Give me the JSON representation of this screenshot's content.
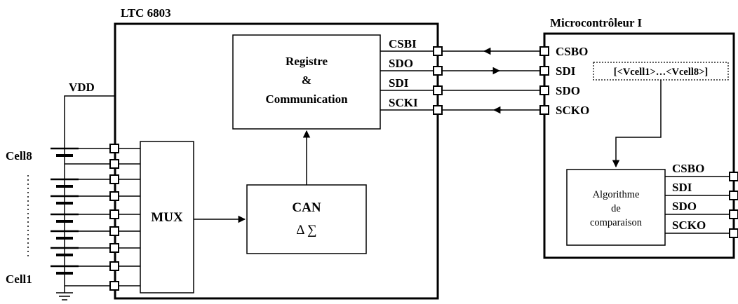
{
  "ltc": {
    "title": "LTC 6803",
    "register_block": {
      "line1": "Registre",
      "line2": "&",
      "line3": "Communication"
    },
    "mux_label": "MUX",
    "can_block": {
      "line1": "CAN",
      "line2": "Δ ∑"
    },
    "ports": [
      "CSBI",
      "SDO",
      "SDI",
      "SCKI"
    ]
  },
  "supply": {
    "vdd_label": "VDD",
    "cell_top_label": "Cell8",
    "cell_bottom_label": "Cell1"
  },
  "micro": {
    "title": "Microcontrôleur I",
    "ports": [
      "CSBO",
      "SDI",
      "SDO",
      "SCKO"
    ],
    "data_frame": "[<Vcell1>…<Vcell8>]",
    "algo_block": {
      "line1": "Algorithme",
      "line2": "de",
      "line3": "comparaison"
    },
    "algo_ports": [
      "CSBO",
      "SDI",
      "SDO",
      "SCKO"
    ]
  }
}
